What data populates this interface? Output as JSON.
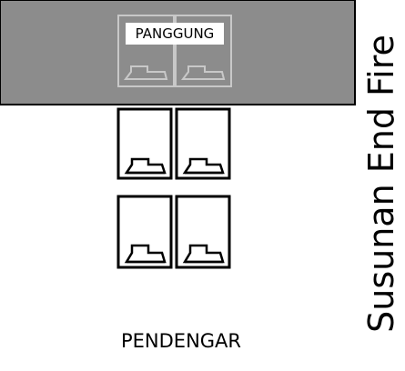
{
  "stage": {
    "label": "PANGGUNG",
    "color": "#8c8c8c"
  },
  "audience_label": "PENDENGAR",
  "side_title": "Susunan End Fire",
  "colors": {
    "speaker_outline_stage": "#c8c8c8",
    "speaker_outline_floor": "#000000",
    "speaker_fill_floor": "#ffffff"
  },
  "speakers": {
    "on_stage": 2,
    "floor_rows": 2,
    "floor_per_row": 2
  }
}
